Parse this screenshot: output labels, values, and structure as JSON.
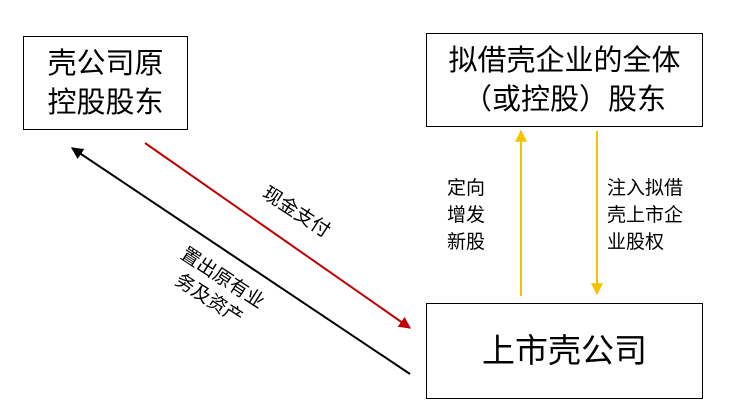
{
  "nodes": {
    "shell_original_shareholders": {
      "lines": [
        "壳公司原",
        "控股股东"
      ]
    },
    "acquirer_shareholders": {
      "lines": [
        "拟借壳企业的全体",
        "（或控股）股东"
      ]
    },
    "listed_shell": {
      "lines": [
        "上市壳公司"
      ]
    }
  },
  "edges": {
    "cash_payment": {
      "label": "现金支付",
      "color": "#c00000"
    },
    "dispose_assets": {
      "lines": [
        "置出原有业",
        "务及资产"
      ],
      "color": "#000000"
    },
    "issue_new_shares": {
      "lines": [
        "定向",
        "增发",
        "新股"
      ],
      "color": "#f5c200"
    },
    "inject_equity": {
      "lines": [
        "注入拟借",
        "壳上市企",
        "业股权"
      ],
      "color": "#f5c200"
    }
  }
}
